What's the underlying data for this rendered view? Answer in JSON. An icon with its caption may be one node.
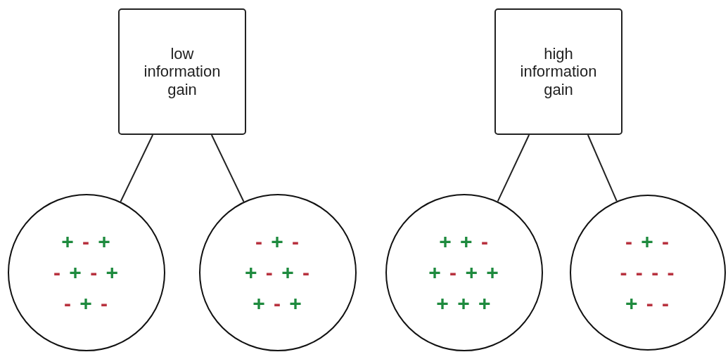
{
  "diagram": {
    "nodes": [
      {
        "text": [
          "low information gain"
        ]
      },
      {
        "text": [
          "high information gain"
        ]
      },
      {
        "text": [
          "+ - +",
          "- + - +",
          "- + -"
        ]
      },
      {
        "text": [
          "- + -",
          "+ - + -",
          "+ - +"
        ]
      },
      {
        "text": [
          "+ + -",
          "+ - + +",
          "+ + +"
        ]
      },
      {
        "text": [
          "- + -",
          "- - - -",
          "+ - -"
        ]
      }
    ],
    "edges": [
      {
        "from": 0,
        "to": 2,
        "arrow": "none"
      },
      {
        "from": 0,
        "to": 3,
        "arrow": "none"
      },
      {
        "from": 1,
        "to": 4,
        "arrow": "none"
      },
      {
        "from": 1,
        "to": 5,
        "arrow": "none"
      }
    ]
  }
}
